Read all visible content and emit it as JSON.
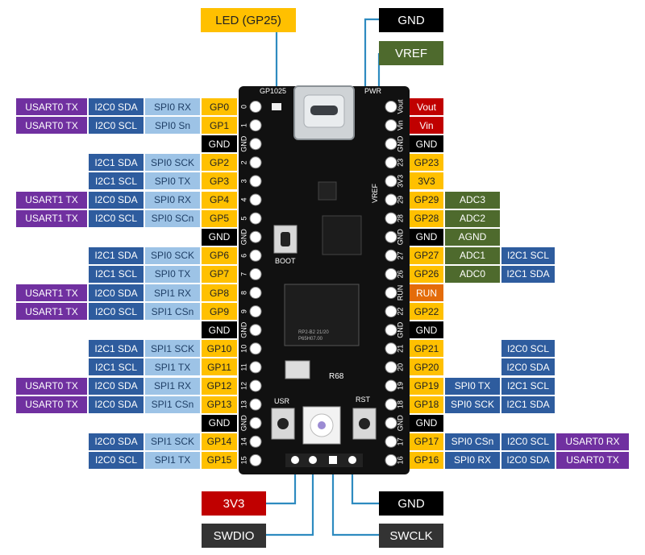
{
  "colors": {
    "usart": "#7030a0",
    "i2c": "#2e5c9e",
    "spi": "#9dc3e6",
    "gpio": "#ffc000",
    "gnd": "#000000",
    "power": "#c00000",
    "adc": "#4e6a2d",
    "run": "#e46c0a",
    "swd": "#333333",
    "connector": "#2e8bc0",
    "board": "#111111"
  },
  "board": {
    "silk_top": "GP1025",
    "silk_pwr": "PWR",
    "silk_boot": "BOOT",
    "silk_usr": "USR",
    "silk_rst": "RST",
    "silk_r68": "R68",
    "silk_chip": "RP2-B2  21/20",
    "silk_chip2": "P65H07.00",
    "silk_vref": "VREF",
    "left_pin_nums": [
      "0",
      "1",
      "GND",
      "2",
      "3",
      "4",
      "5",
      "GND",
      "6",
      "7",
      "8",
      "9",
      "GND",
      "10",
      "11",
      "12",
      "13",
      "GND",
      "14",
      "15"
    ],
    "right_pin_nums": [
      "Vout",
      "Vin",
      "GND",
      "23",
      "3V3",
      "29",
      "28",
      "GND",
      "27",
      "26",
      "RUN",
      "22",
      "GND",
      "21",
      "20",
      "19",
      "18",
      "GND",
      "17",
      "16"
    ]
  },
  "top_labels": {
    "led": "LED (GP25)",
    "gnd": "GND",
    "vref": "VREF"
  },
  "bottom_labels": {
    "v3": "3V3",
    "gnd": "GND",
    "swdio": "SWDIO",
    "swclk": "SWCLK"
  },
  "left_rows": [
    {
      "pin": "GP0",
      "spi": "SPI0 RX",
      "i2c": "I2C0 SDA",
      "usart": "USART0 TX"
    },
    {
      "pin": "GP1",
      "spi": "SPI0 Sn",
      "i2c": "I2C0 SCL",
      "usart": "USART0 TX"
    },
    {
      "pin": "GND",
      "type": "gnd"
    },
    {
      "pin": "GP2",
      "spi": "SPI0 SCK",
      "i2c": "I2C1 SDA"
    },
    {
      "pin": "GP3",
      "spi": "SPI0 TX",
      "i2c": "I2C1 SCL"
    },
    {
      "pin": "GP4",
      "spi": "SPI0 RX",
      "i2c": "I2C0 SDA",
      "usart": "USART1 TX"
    },
    {
      "pin": "GP5",
      "spi": "SPI0 SCn",
      "i2c": "I2C0 SCL",
      "usart": "USART1 TX"
    },
    {
      "pin": "GND",
      "type": "gnd"
    },
    {
      "pin": "GP6",
      "spi": "SPI0 SCK",
      "i2c": "I2C1 SDA"
    },
    {
      "pin": "GP7",
      "spi": "SPI0 TX",
      "i2c": "I2C1 SCL"
    },
    {
      "pin": "GP8",
      "spi": "SPI1 RX",
      "i2c": "I2C0 SDA",
      "usart": "USART1 TX"
    },
    {
      "pin": "GP9",
      "spi": "SPI1 CSn",
      "i2c": "I2C0 SCL",
      "usart": "USART1 TX"
    },
    {
      "pin": "GND",
      "type": "gnd"
    },
    {
      "pin": "GP10",
      "spi": "SPI1 SCK",
      "i2c": "I2C1 SDA"
    },
    {
      "pin": "GP11",
      "spi": "SPI1 TX",
      "i2c": "I2C1 SCL"
    },
    {
      "pin": "GP12",
      "spi": "SPI1 RX",
      "i2c": "I2C0 SDA",
      "usart": "USART0 TX"
    },
    {
      "pin": "GP13",
      "spi": "SPI1 CSn",
      "i2c": "I2C0 SDA",
      "usart": "USART0 TX"
    },
    {
      "pin": "GND",
      "type": "gnd"
    },
    {
      "pin": "GP14",
      "spi": "SPI1 SCK",
      "i2c": "I2C0 SDA"
    },
    {
      "pin": "GP15",
      "spi": "SPI1 TX",
      "i2c": "I2C0 SCL"
    }
  ],
  "right_rows": [
    {
      "pin": "Vout",
      "type": "power"
    },
    {
      "pin": "Vin",
      "type": "power"
    },
    {
      "pin": "GND",
      "type": "gnd"
    },
    {
      "pin": "GP23"
    },
    {
      "pin": "3V3",
      "type": "gpio"
    },
    {
      "pin": "GP29",
      "adc": "ADC3"
    },
    {
      "pin": "GP28",
      "adc": "ADC2"
    },
    {
      "pin": "GND",
      "type": "gnd",
      "adc": "AGND"
    },
    {
      "pin": "GP27",
      "adc": "ADC1",
      "i2c": "I2C1 SCL"
    },
    {
      "pin": "GP26",
      "adc": "ADC0",
      "i2c": "I2C1 SDA"
    },
    {
      "pin": "RUN",
      "type": "run"
    },
    {
      "pin": "GP22"
    },
    {
      "pin": "GND",
      "type": "gnd"
    },
    {
      "pin": "GP21",
      "i2c": "I2C0 SCL"
    },
    {
      "pin": "GP20",
      "i2c": "I2C0 SDA"
    },
    {
      "pin": "GP19",
      "spi": "SPI0 TX",
      "i2c": "I2C1 SCL"
    },
    {
      "pin": "GP18",
      "spi": "SPI0 SCK",
      "i2c": "I2C1 SDA"
    },
    {
      "pin": "GND",
      "type": "gnd"
    },
    {
      "pin": "GP17",
      "spi": "SPI0 CSn",
      "i2c": "I2C0 SCL",
      "usart": "USART0 RX"
    },
    {
      "pin": "GP16",
      "spi": "SPI0 RX",
      "i2c": "I2C0 SDA",
      "usart": "USART0 TX"
    }
  ]
}
